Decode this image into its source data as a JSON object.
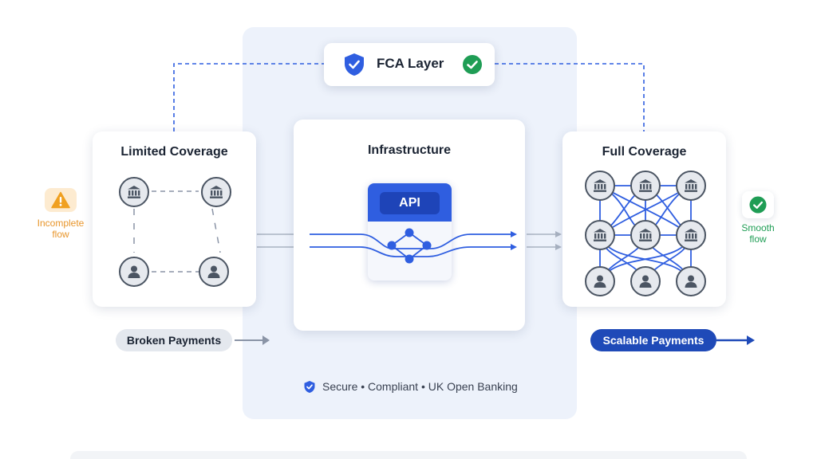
{
  "fca_layer": {
    "label": "FCA Layer"
  },
  "limited": {
    "title": "Limited Coverage"
  },
  "infrastructure": {
    "title": "Infrastructure",
    "api_label": "API"
  },
  "full": {
    "title": "Full Coverage"
  },
  "incomplete": {
    "label_line1": "Incomplete",
    "label_line2": "flow"
  },
  "smooth": {
    "label_line1": "Smooth",
    "label_line2": "flow"
  },
  "broken_payments": {
    "label": "Broken Payments"
  },
  "scalable_payments": {
    "label": "Scalable Payments"
  },
  "footer": {
    "text": "Secure • Compliant • UK Open Banking"
  },
  "colors": {
    "primary_blue": "#2f5ee0",
    "dark_blue": "#1f4ab8",
    "warning_orange": "#f0a020",
    "success_green": "#1f9d55",
    "panel_bg": "#edf2fb"
  },
  "icons": {
    "bank": "bank-icon",
    "user": "user-icon",
    "shield": "shield-check-icon",
    "check": "check-circle-icon",
    "warning": "warning-icon"
  }
}
